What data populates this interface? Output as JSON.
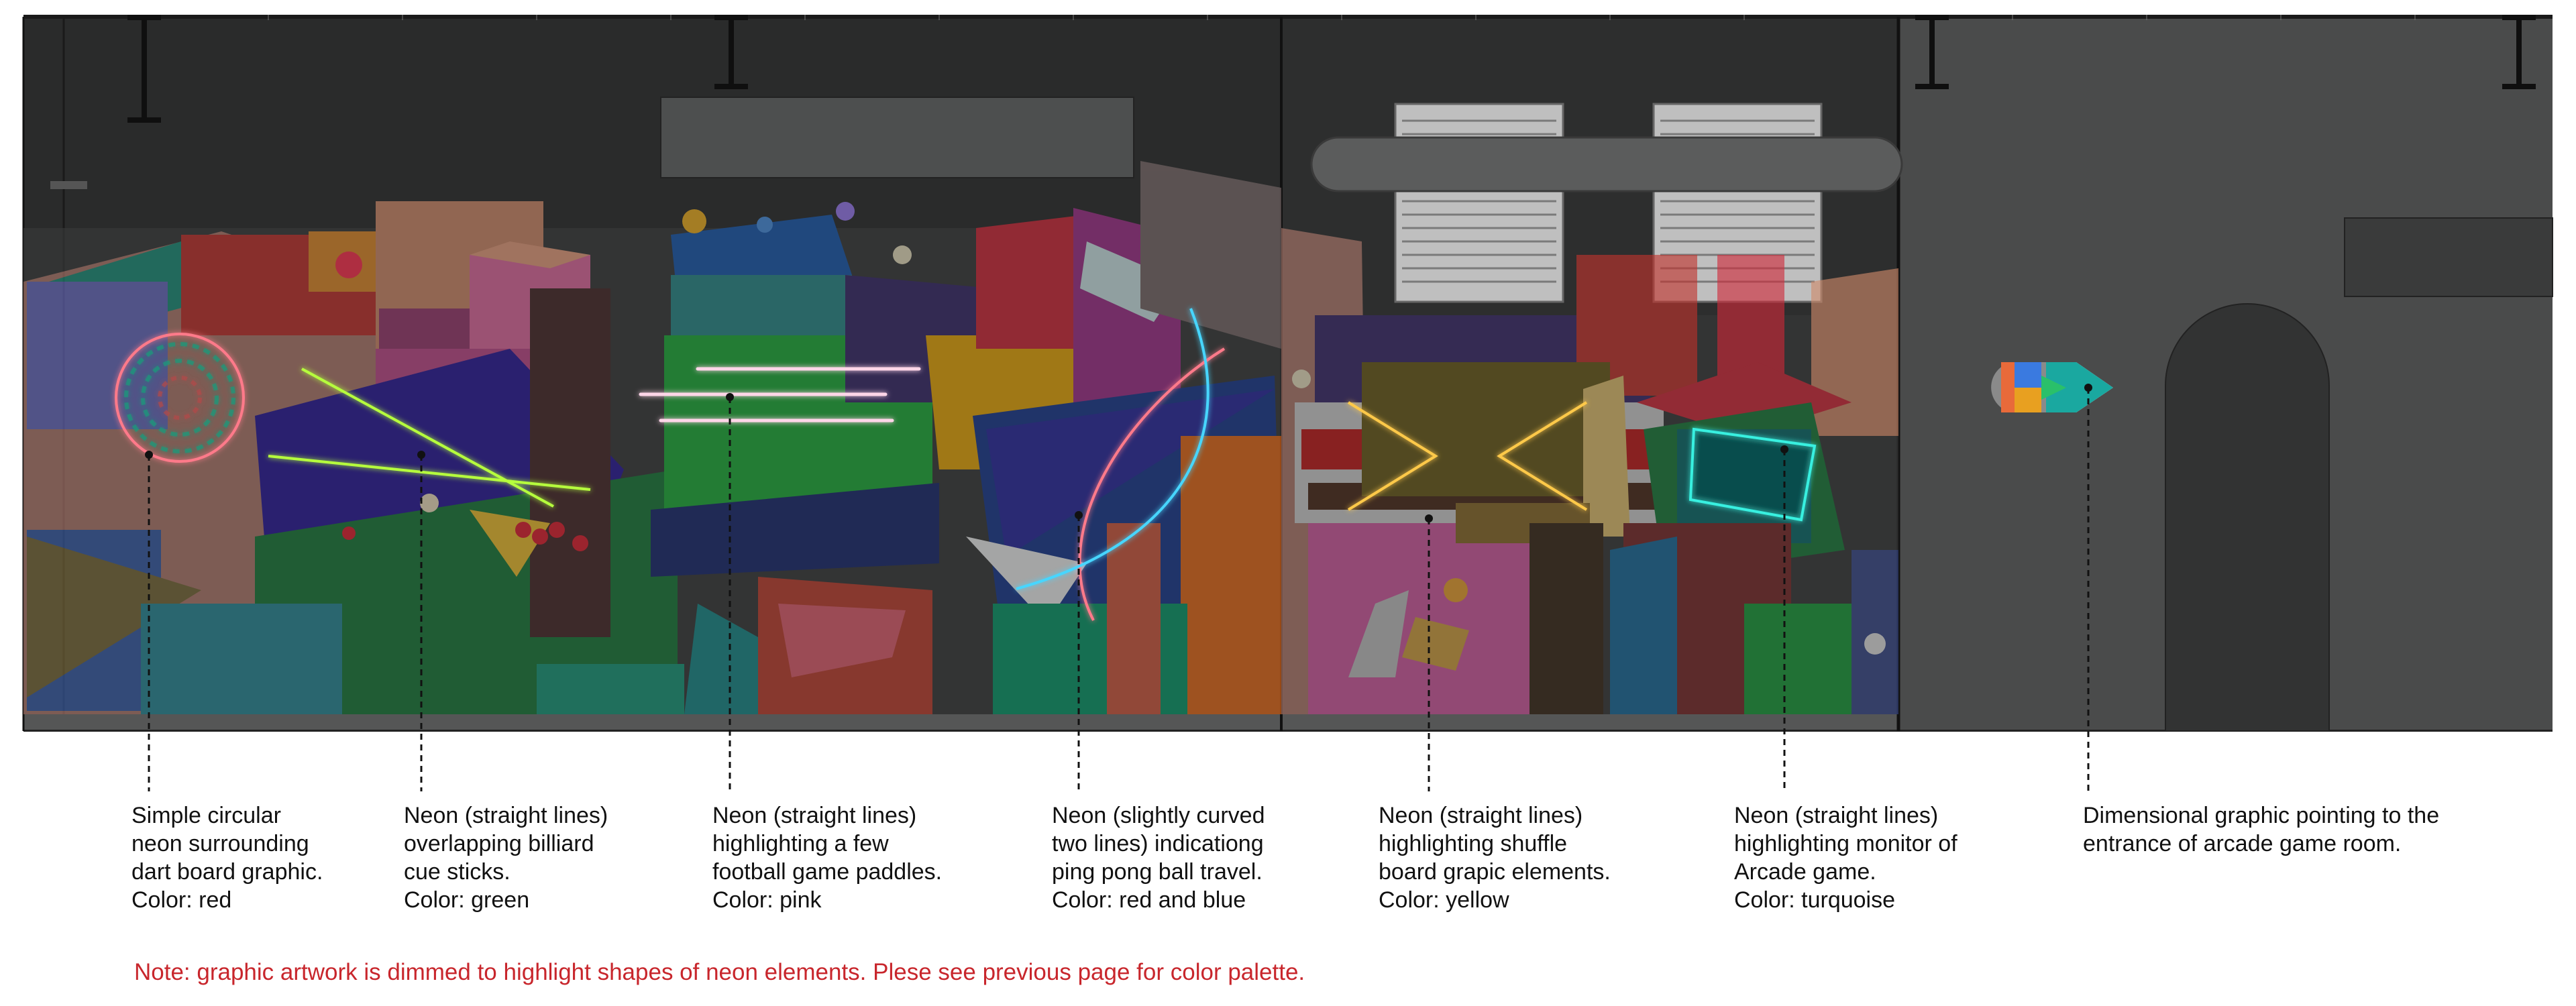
{
  "callouts": [
    {
      "lines": [
        "Simple circular",
        "neon surrounding",
        "dart board graphic.",
        "Color: red"
      ]
    },
    {
      "lines": [
        "Neon (straight lines)",
        "overlapping billiard",
        "cue sticks.",
        "Color: green"
      ]
    },
    {
      "lines": [
        "Neon (straight lines)",
        "highlighting a few",
        "football game paddles.",
        "Color: pink"
      ]
    },
    {
      "lines": [
        "Neon (slightly curved",
        "two lines) indicationg",
        "ping pong ball travel.",
        "Color: red and blue"
      ]
    },
    {
      "lines": [
        "Neon (straight lines)",
        "highlighting shuffle",
        "board grapic elements.",
        "Color: yellow"
      ]
    },
    {
      "lines": [
        "Neon (straight lines)",
        "highlighting monitor of",
        "Arcade game.",
        "Color: turquoise"
      ]
    },
    {
      "lines": [
        "Dimensional graphic pointing to the",
        "entrance of arcade game room."
      ]
    }
  ],
  "note": "Note: graphic artwork is dimmed to highlight shapes of neon elements. Plese see previous page for color palette.",
  "colors": {
    "neon_red": "#ff7a8a",
    "neon_green": "#b6ff3c",
    "neon_pink": "#ffd6e8",
    "neon_blue": "#46d6ff",
    "neon_yellow": "#ffc94a",
    "neon_turquoise": "#39f0e0",
    "wall_dark": "#2a2b2b",
    "wall_right": "#4a4b4b",
    "note_red": "#c8262c"
  }
}
